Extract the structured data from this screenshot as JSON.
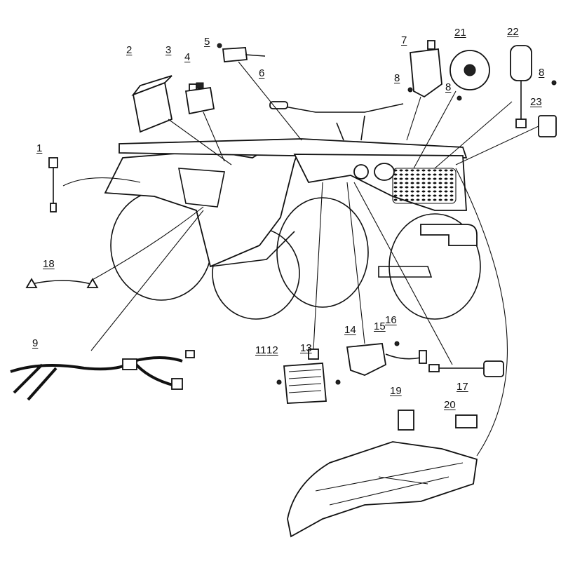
{
  "diagram": {
    "title": "ATV electrical parts exploded view",
    "callouts": [
      {
        "id": "c1",
        "text": "1"
      },
      {
        "id": "c2",
        "text": "2"
      },
      {
        "id": "c3",
        "text": "3"
      },
      {
        "id": "c4",
        "text": "4"
      },
      {
        "id": "c5",
        "text": "5"
      },
      {
        "id": "c6",
        "text": "6"
      },
      {
        "id": "c7",
        "text": "7"
      },
      {
        "id": "c8a",
        "text": "8"
      },
      {
        "id": "c8b",
        "text": "8"
      },
      {
        "id": "c8c",
        "text": "8"
      },
      {
        "id": "c9",
        "text": "9"
      },
      {
        "id": "c11",
        "text": "11"
      },
      {
        "id": "c12",
        "text": "12"
      },
      {
        "id": "c13",
        "text": "13"
      },
      {
        "id": "c14",
        "text": "14"
      },
      {
        "id": "c15",
        "text": "15"
      },
      {
        "id": "c16",
        "text": "16"
      },
      {
        "id": "c17",
        "text": "17"
      },
      {
        "id": "c18",
        "text": "18"
      },
      {
        "id": "c19",
        "text": "19"
      },
      {
        "id": "c20",
        "text": "20"
      },
      {
        "id": "c21",
        "text": "21"
      },
      {
        "id": "c22",
        "text": "22"
      },
      {
        "id": "c23",
        "text": "23"
      }
    ]
  }
}
